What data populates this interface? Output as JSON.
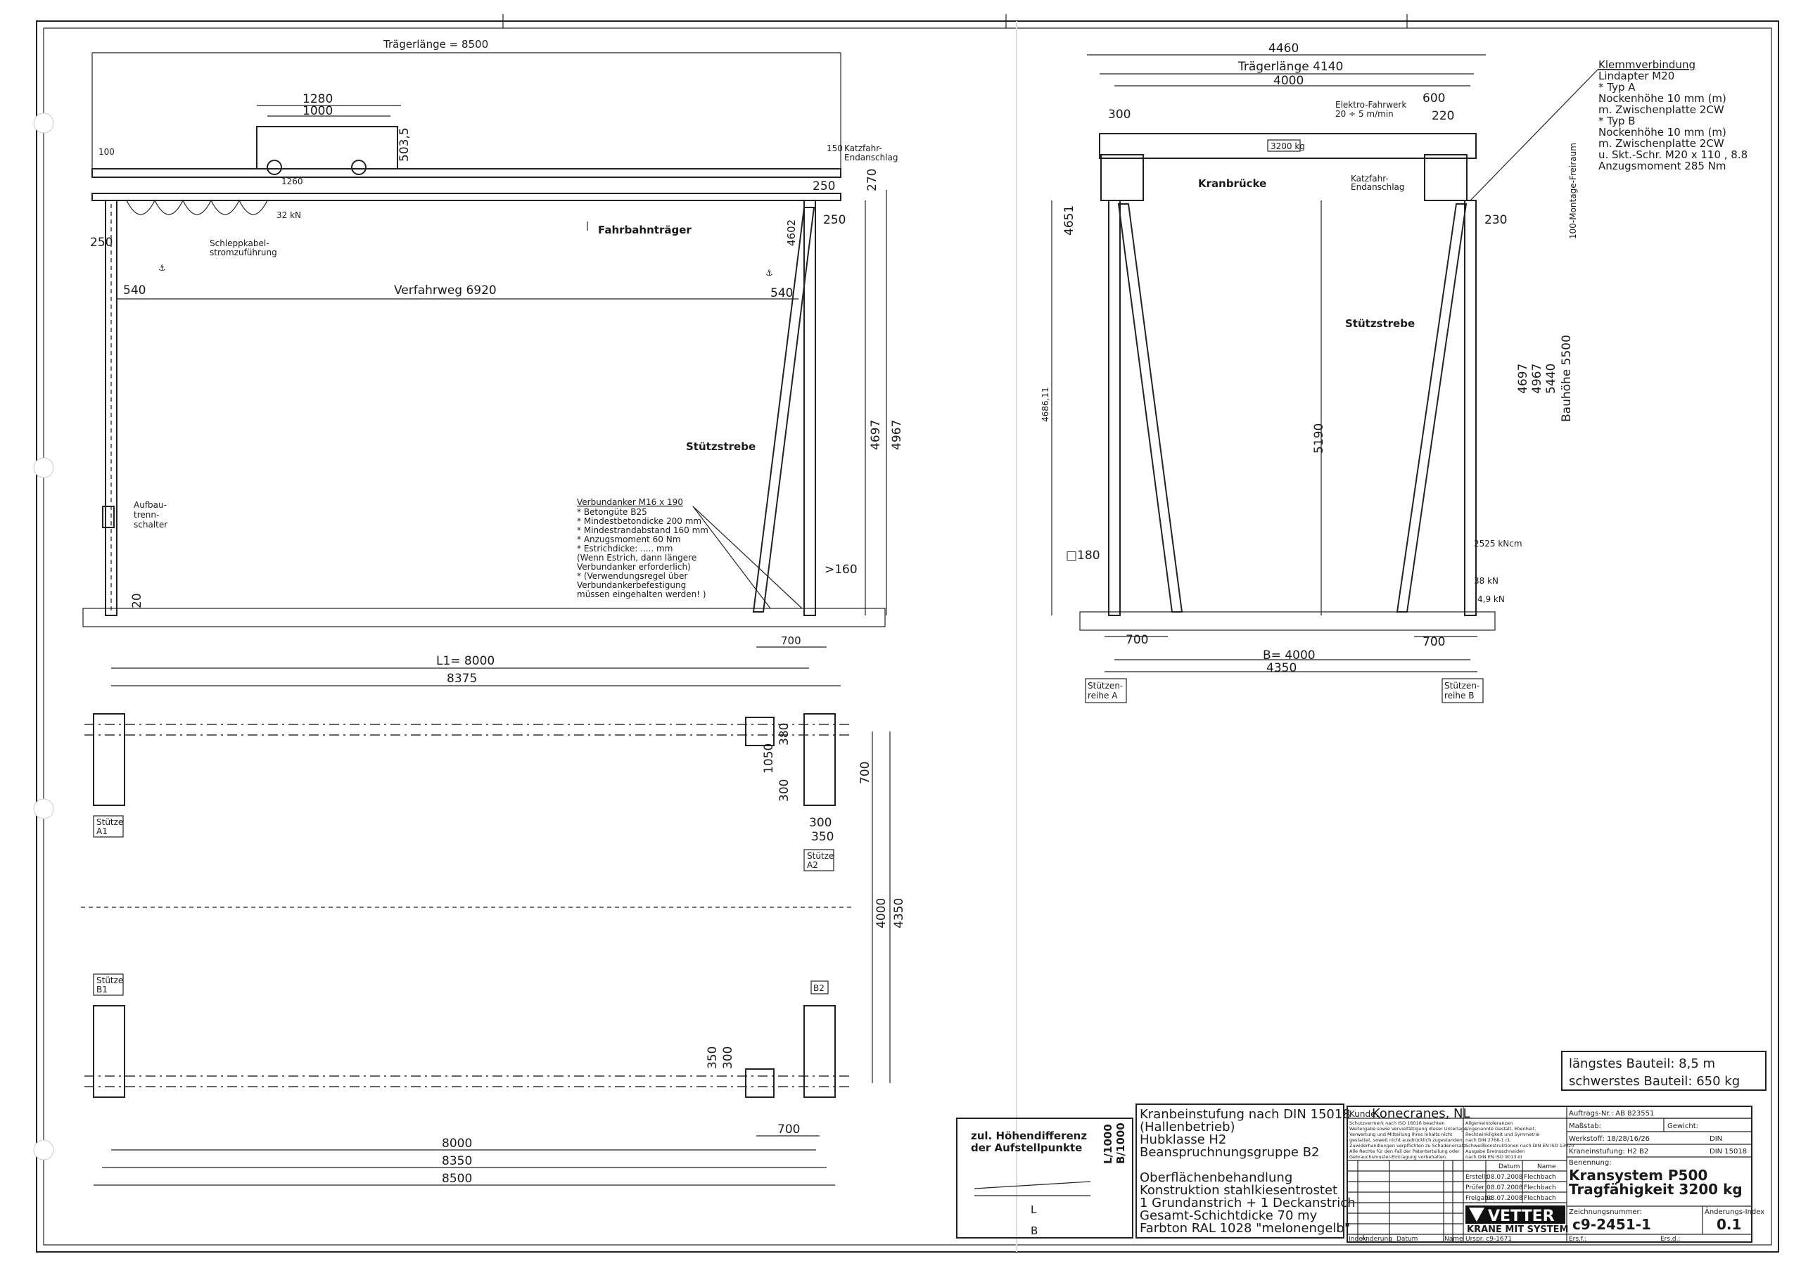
{
  "left_view": {
    "traegerlaenge": "Trägerlänge = 8500",
    "d1280": "1280",
    "d1000": "1000",
    "d503": "503,5",
    "d100": "100",
    "d150": "150",
    "d250a": "250",
    "d250b": "250",
    "d250c": "250",
    "d270": "270",
    "d1260": "1260",
    "load": "32 kN",
    "katzfahr": "Katzfahr-",
    "endanschlag": "Endanschlag",
    "fahrbahntraeger": "Fahrbahnträger",
    "schleppkabel1": "Schleppkabel-",
    "schleppkabel2": "stromzuführung",
    "d540a": "540",
    "d540b": "540",
    "verfahrweg": "Verfahrweg  6920",
    "d4602": "4602",
    "stuetzstrebe": "Stützstrebe",
    "d4697": "4697",
    "d4967": "4967",
    "aufbau": [
      "Aufbau-",
      "trenn-",
      "schalter"
    ],
    "d20": "20",
    "d160": ">160",
    "d700": "700",
    "l1": "L1= 8000",
    "d8375": "8375"
  },
  "anchor_note": {
    "title": "Verbundanker M16 x 190",
    "lines": [
      "* Betongüte B25",
      "* Mindestbetondicke 200 mm",
      "* Mindestrandabstand 160 mm",
      "* Anzugsmoment 60 Nm",
      "* Estrichdicke: ..... mm",
      "  (Wenn Estrich, dann längere",
      "  Verbundanker erforderlich)",
      "* (Verwendungsregel über",
      "   Verbundankerbefestigung",
      "   müssen eingehalten werden! )"
    ]
  },
  "right_view": {
    "d4460": "4460",
    "traegerlaenge": "Trägerlänge  4140",
    "d4000": "4000",
    "d300": "300",
    "elektro1": "Elektro-Fahrwerk",
    "elektro2": "20 ÷ 5 m/min",
    "d600": "600",
    "d220": "220",
    "capacity": "3200 kg",
    "kranbruecke": "Kranbrücke",
    "katz1": "Katzfahr-",
    "katz2": "Endanschlag",
    "d230": "230",
    "d4651": "4651",
    "d4686": "4686,11",
    "d5190": "5190",
    "stuetzstrebe": "Stützstrebe",
    "d4697": "4697",
    "d4967": "4967",
    "d5440": "5440",
    "bauhoehe": "Bauhöhe  5500",
    "freiraum": "100-Montage-Freiraum",
    "d180": "□180",
    "moment": "2525 kNcm",
    "f38": "38 kN",
    "f49": "4,9 kN",
    "d700a": "700",
    "d700b": "700",
    "b": "B= 4000",
    "d4350": "4350",
    "rowA": [
      "Stützen-",
      "reihe A"
    ],
    "rowB": [
      "Stützen-",
      "reihe B"
    ]
  },
  "clamp_note": {
    "title": "Klemmverbindung",
    "lines": [
      "Lindapter M20",
      "* Typ A",
      "   Nockenhöhe 10 mm (m)",
      "   m. Zwischenplatte 2CW",
      "* Typ B",
      "   Nockenhöhe 10 mm  (m)",
      "   m. Zwischenplatte 2CW",
      "u. Skt.-Schr. M20 x 110 , 8.8",
      "Anzugsmoment 285 Nm"
    ]
  },
  "plan_view": {
    "a1": [
      "Stütze",
      "A1"
    ],
    "a2": [
      "Stütze",
      "A2"
    ],
    "b1": [
      "Stütze",
      "B1"
    ],
    "b2": "B2",
    "d1050": "1050",
    "d380": "380",
    "d700": "700",
    "d300a": "300",
    "d300b": "300",
    "d350": "350",
    "d4000": "4000",
    "d4350": "4350",
    "d350b": "350",
    "d300c": "300",
    "d700b": "700",
    "d8000": "8000",
    "d8350": "8350",
    "d8500": "8500"
  },
  "summary": {
    "longest": "längstes Bauteil:    8,5 m",
    "heaviest": "schwerstes Bauteil: 650 kg"
  },
  "height_diff": {
    "title1": "zul. Höhendifferenz",
    "title2": "der Aufstellpunkte",
    "l": "L/1000",
    "b": "B/1000",
    "lbl_l": "L",
    "lbl_b": "B"
  },
  "classification": {
    "lines": [
      "Kranbeinstufung nach DIN 15018",
      "(Hallenbetrieb)",
      "Hubklasse H2",
      "Beanspruchnungsgruppe B2",
      "",
      "Oberflächenbehandlung",
      "Konstruktion stahlkiesentrostet",
      "1 Grundanstrich + 1 Deckanstrich",
      "  Gesamt-Schichtdicke 70 my",
      " Farbton RAL 1028 \"melonengelb\""
    ]
  },
  "title_block": {
    "kunde_label": "Kunde:",
    "kunde": "Konecranes, NL",
    "auftrag": "Auftrags-Nr.: AB 823551",
    "massstab": "Maßstab:",
    "gewicht": "Gewicht:",
    "werkstoff": "Werkstoff: 18/28/16/26",
    "din": "DIN",
    "kraneinst": "Kraneinstufung: H2  B2",
    "din15018": "DIN  15018",
    "benennung_label": "Benennung:",
    "benennung1": "Kransystem P500",
    "benennung2": "Tragfähigkeit 3200 kg",
    "zeichnungsnr_label": "Zeichnungsnummer:",
    "zeichnungsnr": "c9-2451-1",
    "aenderung_label": "Änderungs-Index",
    "aenderung": "0.1",
    "col_datum": "Datum",
    "col_name": "Name",
    "rows": [
      {
        "role": "Erstellt",
        "date": "08.07.2008",
        "name": "Flechbach"
      },
      {
        "role": "Prüfer",
        "date": "08.07.2008",
        "name": "Flechbach"
      },
      {
        "role": "Freigabe",
        "date": "08.07.2008",
        "name": "Flechbach"
      }
    ],
    "legal": [
      "Schutzvermerk nach ISO 16016 beachten",
      "Weitergabe sowie Vervielfältigung dieser Unterlage,",
      "Verwertung und Mitteilung ihres Inhalts nicht",
      "gestattet, soweit nicht ausdrücklich zugestanden.",
      "Zuwiderhandlungen verpflichten zu Schadenersatz.",
      "Alle Rechte für den Fall der Patenterteilung oder",
      "Gebrauchsmuster-Eintragung vorbehalten."
    ],
    "norms": [
      "Allgemeintoleranzen",
      "Ungenannte Gestalt, Ebenheit,",
      "Rechtwinkligkeit und Symmetrie",
      "nach DIN 2768-1 cL",
      "Schweißkonstruktionen nach DIN EN ISO 13920",
      "Ausgabe Bremsschneiden",
      "nach DIN EN ISO 9013-III"
    ],
    "logo": "VETTER",
    "logo_sub": "KRANE MIT SYSTEM",
    "footer": {
      "index": "Index",
      "aenderung": "Änderung",
      "datum": "Datum",
      "name": "Name",
      "urspr": "Urspr.  c9-1671",
      "ers_f": "Ers.f.:",
      "ers_d": "Ers.d.:"
    }
  }
}
